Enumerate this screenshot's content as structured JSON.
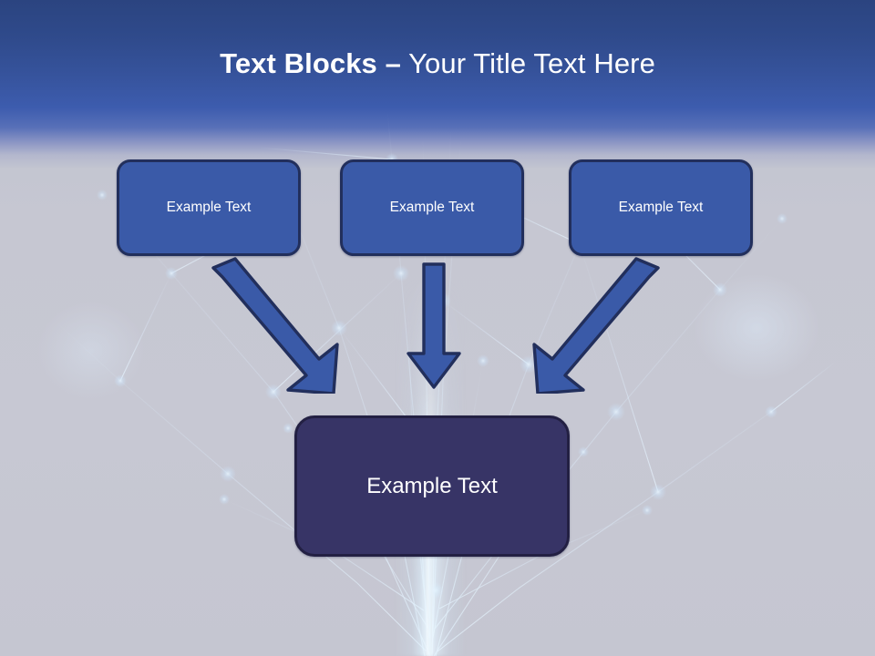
{
  "slide": {
    "title": {
      "strong": "Text Blocks –",
      "light": " Your Title Text Here",
      "full": "Text Blocks – Your Title Text Here"
    },
    "colors": {
      "title_text": "#ffffff",
      "top_band": "#2b4480",
      "band_mid": "#3d5cae",
      "background": "#c6c7d2",
      "box_fill": "#3a5aa8",
      "box_border": "#222f5c",
      "result_fill": "#373466",
      "result_border": "#232043",
      "arrow_fill": "#3a5aa8",
      "arrow_border": "#222f5c"
    },
    "top_boxes": [
      {
        "id": "box-1",
        "label": "Example Text"
      },
      {
        "id": "box-2",
        "label": "Example Text"
      },
      {
        "id": "box-3",
        "label": "Example Text"
      }
    ],
    "arrows": [
      {
        "id": "arrow-left",
        "icon": "arrow-down-right-icon",
        "direction": "down-right"
      },
      {
        "id": "arrow-middle",
        "icon": "arrow-down-icon",
        "direction": "down"
      },
      {
        "id": "arrow-right",
        "icon": "arrow-down-left-icon",
        "direction": "down-left"
      }
    ],
    "result_box": {
      "id": "result-box",
      "label": "Example Text"
    }
  }
}
